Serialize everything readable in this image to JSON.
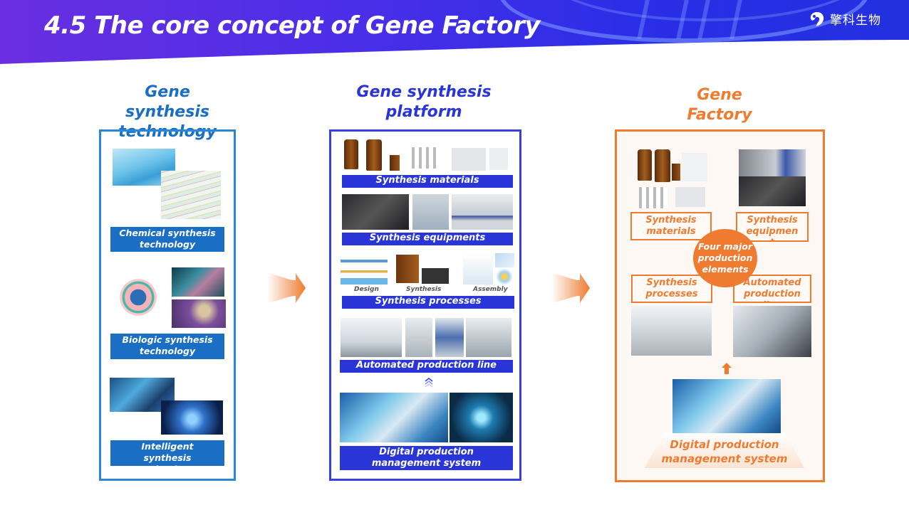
{
  "header": {
    "title": "4.5  The core concept of Gene Factory",
    "logo_text": "擎科生物",
    "colors": {
      "banner_start": "#6a2ee0",
      "banner_end": "#2230e0"
    }
  },
  "columns": [
    {
      "heading": "Gene synthesis technology",
      "heading_lines": [
        "Gene",
        "synthesis",
        "technology"
      ],
      "color": "#1a6fc4",
      "items": [
        {
          "label_lines": [
            "Chemical synthesis",
            "technology"
          ],
          "images": [
            "molecular-structure-image",
            "chromatography-chart-image"
          ]
        },
        {
          "label_lines": [
            "Biologic synthesis",
            "technology"
          ],
          "images": [
            "cell-diagram-image",
            "bacteria-image",
            "microbes-image"
          ]
        },
        {
          "label_lines": [
            "Intelligent",
            "synthesis",
            "technology"
          ],
          "images": [
            "lab-automation-image",
            "digital-brain-image"
          ]
        }
      ]
    },
    {
      "heading": "Gene synthesis platform",
      "heading_lines": [
        "Gene synthesis",
        "platform"
      ],
      "color": "#2a35d8",
      "items": [
        {
          "label": "Synthesis materials"
        },
        {
          "label": "Synthesis equipments"
        },
        {
          "label": "Synthesis processes",
          "sub_captions": [
            "Design",
            "Synthesis",
            "Assembly"
          ]
        },
        {
          "label": "Automated production line"
        },
        {
          "label_lines": [
            "Digital production",
            "management system"
          ]
        }
      ]
    },
    {
      "heading": "Gene Factory",
      "heading_lines": [
        "Gene",
        "Factory"
      ],
      "color": "#ee7b30",
      "elements": [
        {
          "label_lines": [
            "Synthesis",
            "materials"
          ]
        },
        {
          "label_lines": [
            "Synthesis",
            "equipmen",
            "t"
          ]
        },
        {
          "label_lines": [
            "Synthesis",
            "processes"
          ]
        },
        {
          "label_lines": [
            "Automated",
            "production",
            "line"
          ]
        }
      ],
      "center_lines": [
        "Four major",
        "production",
        "elements"
      ],
      "base_lines": [
        "Digital production",
        "management system"
      ]
    }
  ]
}
